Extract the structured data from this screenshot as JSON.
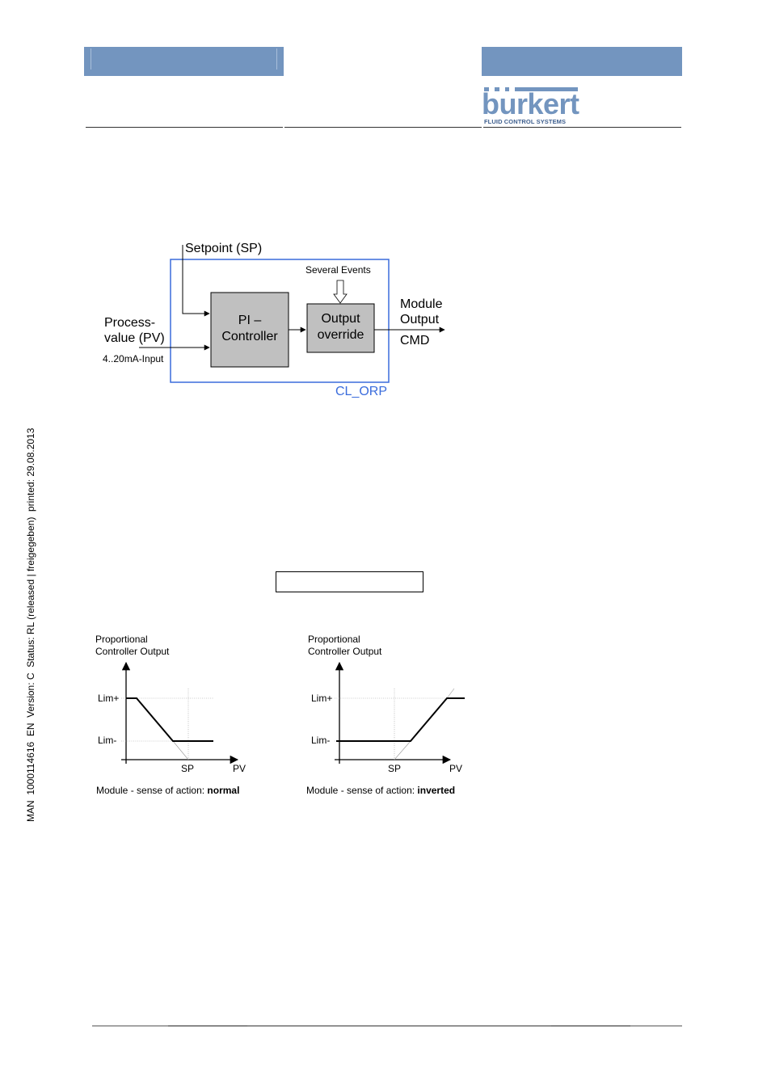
{
  "header": {
    "logo": {
      "name": "burkert",
      "tagline": "FLUID CONTROL SYSTEMS"
    }
  },
  "sidebar": {
    "doc_info": "MAN  1000114616  EN  Version: C  Status: RL (released | freigegeben)  printed: 29.08.2013"
  },
  "block_diagram": {
    "setpoint": "Setpoint (SP)",
    "events": "Several Events",
    "process_line1": "Process-",
    "process_line2": "value (PV)",
    "input": "4..20mA-Input",
    "pi_line1": "PI –",
    "pi_line2": "Controller",
    "override_line1": "Output",
    "override_line2": "override",
    "module_line1": "Module",
    "module_line2": "Output",
    "cmd": "CMD",
    "frame_label": "CL_ORP",
    "colors": {
      "frame": "#3a6cdc",
      "block_fill": "#c0c0c0",
      "frame_label": "#3a6cdc"
    }
  },
  "sense_charts": {
    "normal": {
      "ylabel_line1": "Proportional",
      "ylabel_line2": "Controller Output",
      "lim_plus": "Lim+",
      "lim_minus": "Lim-",
      "sp": "SP",
      "pv": "PV",
      "caption_prefix": "Module - sense of action: ",
      "caption_bold": "normal"
    },
    "inverted": {
      "ylabel_line1": "Proportional",
      "ylabel_line2": "Controller Output",
      "lim_plus": "Lim+",
      "lim_minus": "Lim-",
      "sp": "SP",
      "pv": "PV",
      "caption_prefix": "Module - sense of action: ",
      "caption_bold": "inverted"
    }
  }
}
